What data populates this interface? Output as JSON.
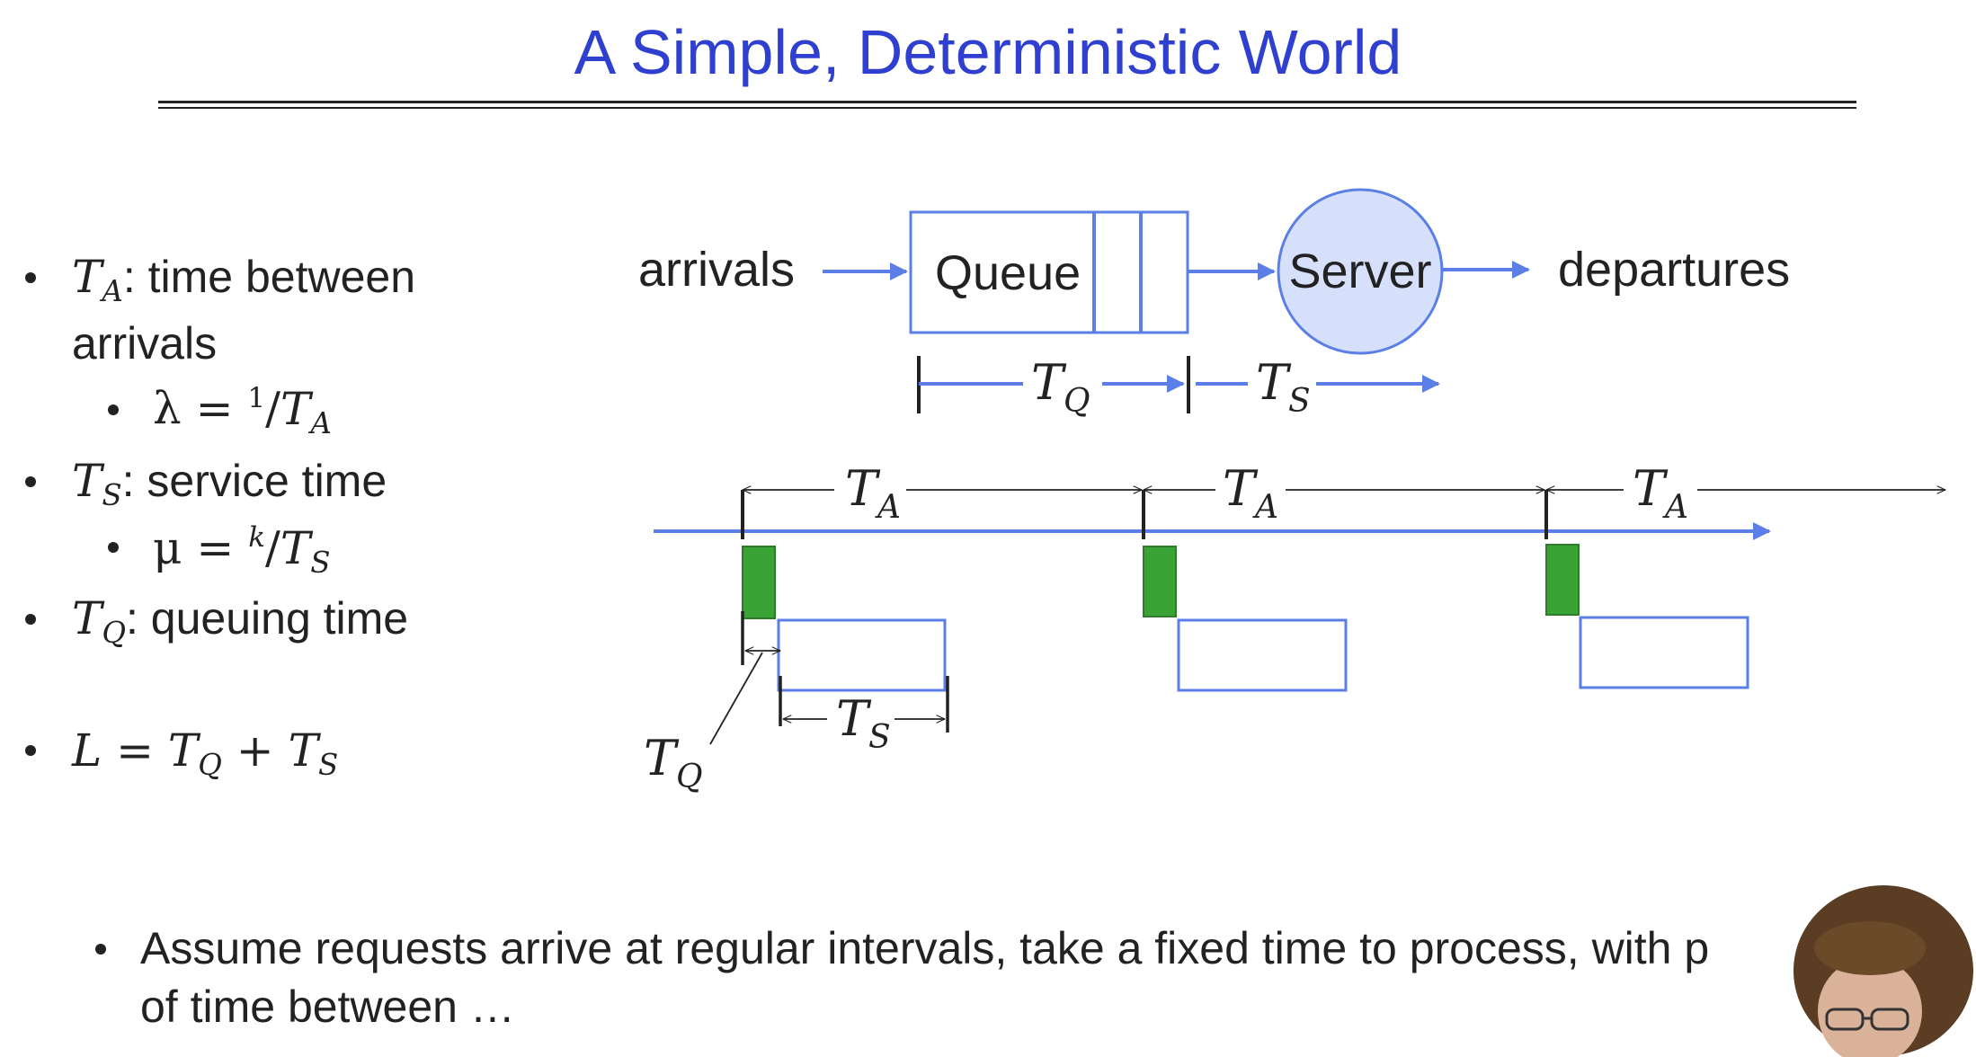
{
  "title": "A Simple, Deterministic World",
  "bullets": {
    "ta_desc": ": time between",
    "ta_desc2": "arrivals",
    "ts_desc": ": service time",
    "tq_desc": ": queuing time"
  },
  "symbols": {
    "T": "T",
    "A": "A",
    "S": "S",
    "Q": "Q",
    "lambda_lhs": "λ = ",
    "one": "1",
    "mu_lhs": "μ = ",
    "k": "k",
    "slash": "/",
    "L_lhs": "L = ",
    "plus": " + "
  },
  "diagram": {
    "arrivals": "arrivals",
    "queue": "Queue",
    "server": "Server",
    "departures": "departures",
    "color_blue": "#5b7fe6",
    "color_green": "#3aa336"
  },
  "footer": {
    "line1": "Assume requests arrive at regular intervals, take a fixed time to process, with p",
    "line2": "of time between …"
  }
}
